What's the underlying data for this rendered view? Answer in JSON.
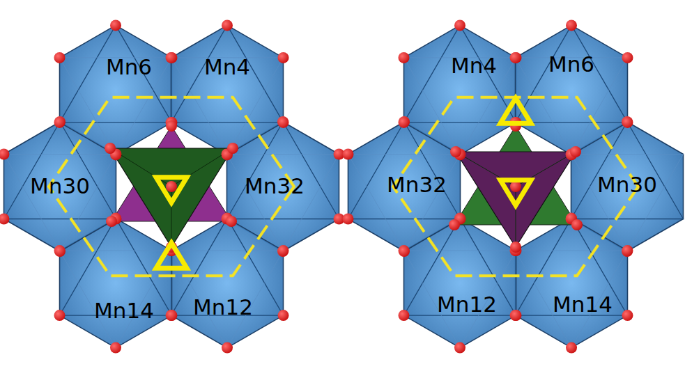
{
  "diagram": {
    "labels": [
      "Mn6",
      "Mn4",
      "Mn30",
      "Mn32",
      "Mn14",
      "Mn12",
      "Mn4",
      "Mn6",
      "Mn32",
      "Mn30",
      "Mn12",
      "Mn14"
    ]
  }
}
